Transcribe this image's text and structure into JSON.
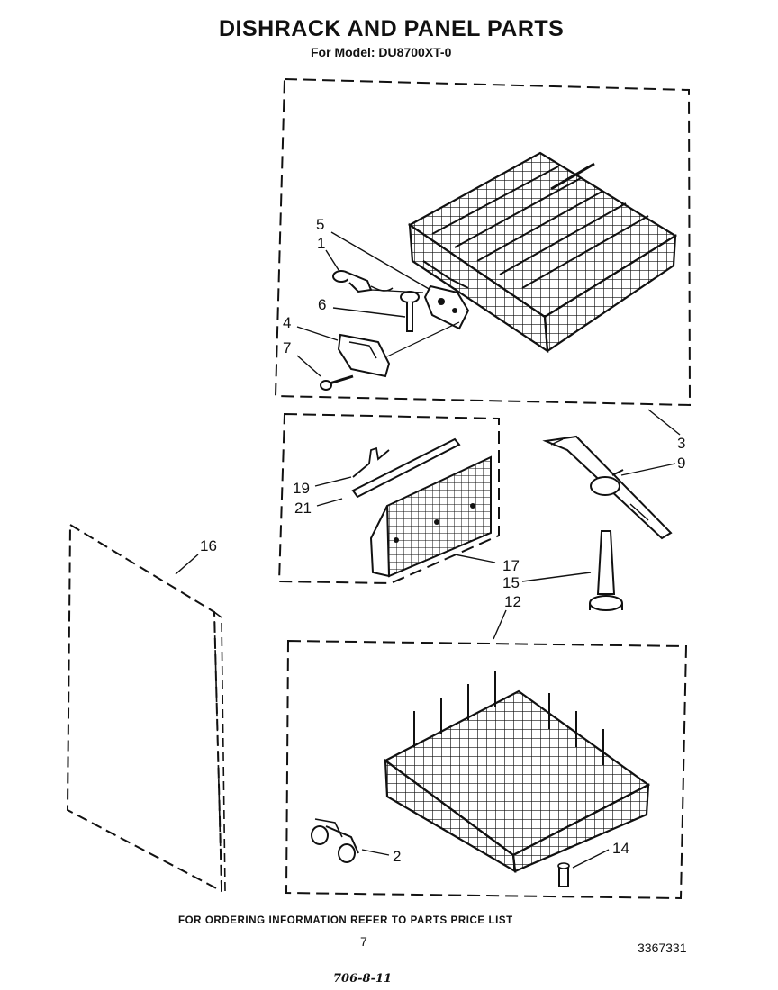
{
  "header": {
    "title": "DISHRACK AND PANEL PARTS",
    "model_line": "For Model: DU8700XT-0"
  },
  "callouts": {
    "c1": "1",
    "c2": "2",
    "c3": "3",
    "c4": "4",
    "c5": "5",
    "c6": "6",
    "c7": "7",
    "c9": "9",
    "c12": "12",
    "c14": "14",
    "c15": "15",
    "c16": "16",
    "c17": "17",
    "c19": "19",
    "c21": "21"
  },
  "footer": {
    "ordering_note": "FOR ORDERING INFORMATION REFER TO PARTS PRICE LIST",
    "page_number": "7",
    "part_number": "3367331",
    "handwritten_note": "706-8-11"
  }
}
